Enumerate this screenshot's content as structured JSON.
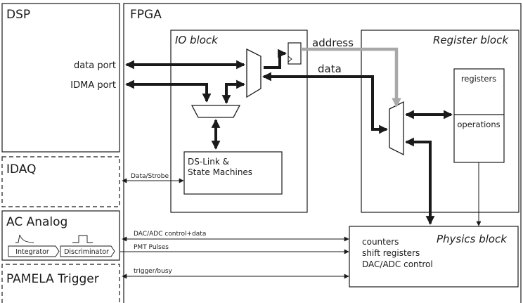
{
  "blocks": {
    "dsp": "DSP",
    "fpga": "FPGA",
    "io_block": "IO block",
    "register_block": "Register block",
    "physics_block": "Physics block",
    "idaq": "IDAQ",
    "ac_analog": "AC Analog",
    "pamela_trigger": "PAMELA Trigger",
    "registers": "registers",
    "operations": "operations",
    "dslink_line1": "DS-Link &",
    "dslink_line2": "State Machines",
    "integrator": "Integrator",
    "discriminator": "Discriminator"
  },
  "ports": {
    "data_port": "data port",
    "idma_port": "IDMA port"
  },
  "signals": {
    "address": "address",
    "data": "data",
    "data_strobe": "Data/Strobe",
    "dac_adc_control_data": "DAC/ADC control+data",
    "pmt_pulses": "PMT Pulses",
    "trigger_busy": "trigger/busy"
  },
  "physics_items": [
    "counters",
    "shift registers",
    "DAC/ADC control"
  ],
  "colors": {
    "line": "#1a1a1a",
    "address_bus": "#a8a8a8"
  }
}
